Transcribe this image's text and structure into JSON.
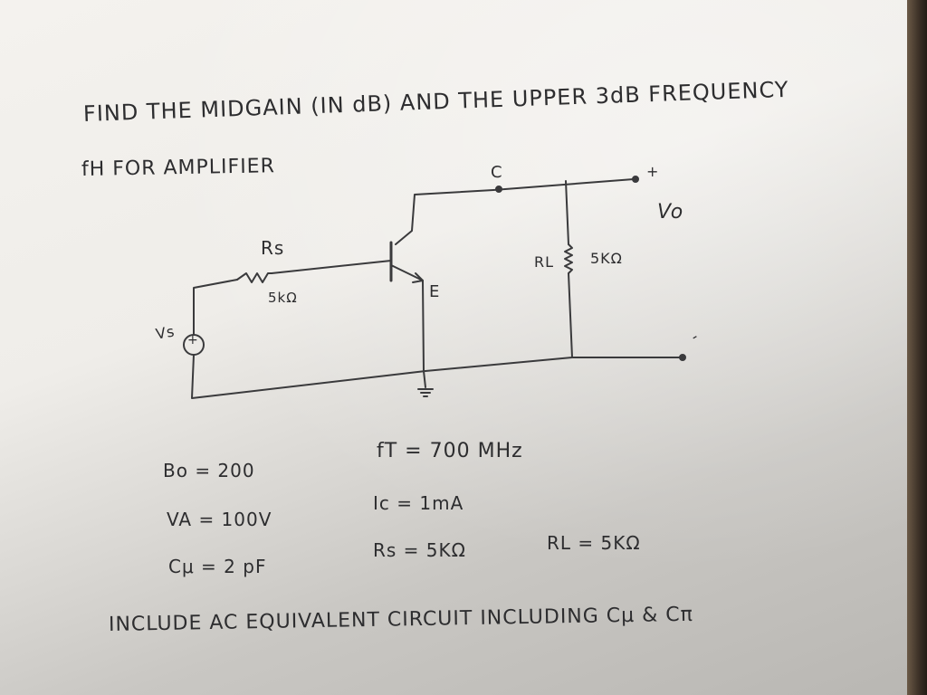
{
  "problem": {
    "line1": "FIND THE MIDGAIN (IN dB) AND THE UPPER 3dB FREQUENCY",
    "line2": "fH FOR AMPLIFIER"
  },
  "circuit": {
    "collector_label": "C",
    "emitter_label": "E",
    "source_label": "Vs",
    "source_symbol": "+",
    "rs_label": "Rs",
    "rs_value": "5kΩ",
    "rl_label": "RL",
    "rl_value": "5KΩ",
    "output_plus": "+",
    "output_minus": "-",
    "output_label": "Vo"
  },
  "params": {
    "beta": "Bo = 200",
    "va": "VA = 100V",
    "cmu": "Cμ = 2 pF",
    "ft": "fT = 700 MHz",
    "ic": "Ic = 1mA",
    "rs": "Rs = 5KΩ",
    "rl": "RL = 5KΩ"
  },
  "footer": "INCLUDE AC EQUIVALENT CIRCUIT INCLUDING Cμ & Cπ"
}
